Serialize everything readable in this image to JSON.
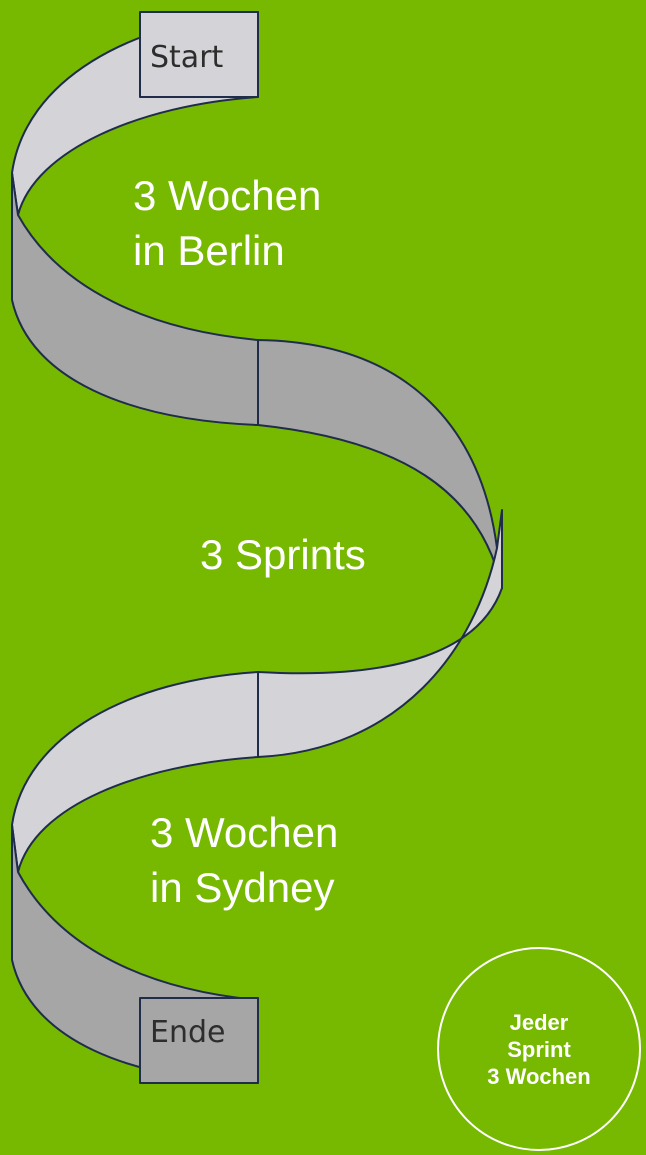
{
  "diagram": {
    "start_label": "Start",
    "end_label": "Ende",
    "segment_1": {
      "line1": "3 Wochen",
      "line2": "in Berlin"
    },
    "segment_2": {
      "line1": "3 Sprints"
    },
    "segment_3": {
      "line1": "3 Wochen",
      "line2": "in Sydney"
    },
    "badge": {
      "line1": "Jeder",
      "line2": "Sprint",
      "line3": "3 Wochen"
    },
    "colors": {
      "background": "#76b900",
      "ribbon_light": "#d4d4d8",
      "ribbon_dark": "#a6a6a6",
      "outline": "#1f2d4a",
      "text": "#ffffff"
    }
  }
}
